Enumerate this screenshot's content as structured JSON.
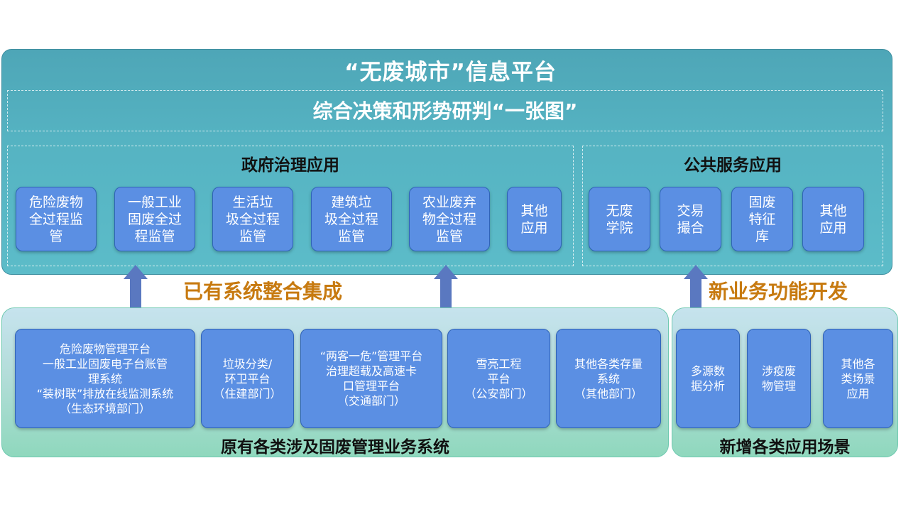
{
  "platform": {
    "title": "“无废城市”信息平台",
    "subtitle": "综合决策和形势研判“一张图”"
  },
  "government": {
    "title": "政府治理应用",
    "items": [
      "危险废物\n全过程监\n管",
      "一般工业\n固废全过\n程监管",
      "生活垃\n圾全过程\n监管",
      "建筑垃\n圾全过程\n监管",
      "农业废弃\n物全过程\n监管",
      "其他\n应用"
    ]
  },
  "public": {
    "title": "公共服务应用",
    "items": [
      "无废\n学院",
      "交易\n撮合",
      "固废\n特征\n库",
      "其他\n应用"
    ]
  },
  "labels": {
    "integration": "已有系统整合集成",
    "new_dev": "新业务功能开发"
  },
  "existing": {
    "title": "原有各类涉及固废管理业务系统",
    "items": [
      "危险废物管理平台\n一般工业固废电子台账管\n理系统\n“装树联”排放在线监测系统\n（生态环境部门）",
      "垃圾分类/\n环卫平台\n（住建部门）",
      "“两客一危”管理平台\n治理超载及高速卡\n口管理平台\n（交通部门）",
      "雪亮工程\n平台\n（公安部门）",
      "其他各类存量\n系统\n（其他部门）"
    ]
  },
  "new_scenarios": {
    "title": "新增各类应用场景",
    "items": [
      "多源数\n据分析",
      "涉疫废\n物管理",
      "其他各\n类场景\n应用"
    ]
  },
  "colors": {
    "platform": "#55b3c2",
    "box": "#5b8fe3",
    "arrow": "#5a78c0",
    "accent_text": "#c77a10"
  }
}
